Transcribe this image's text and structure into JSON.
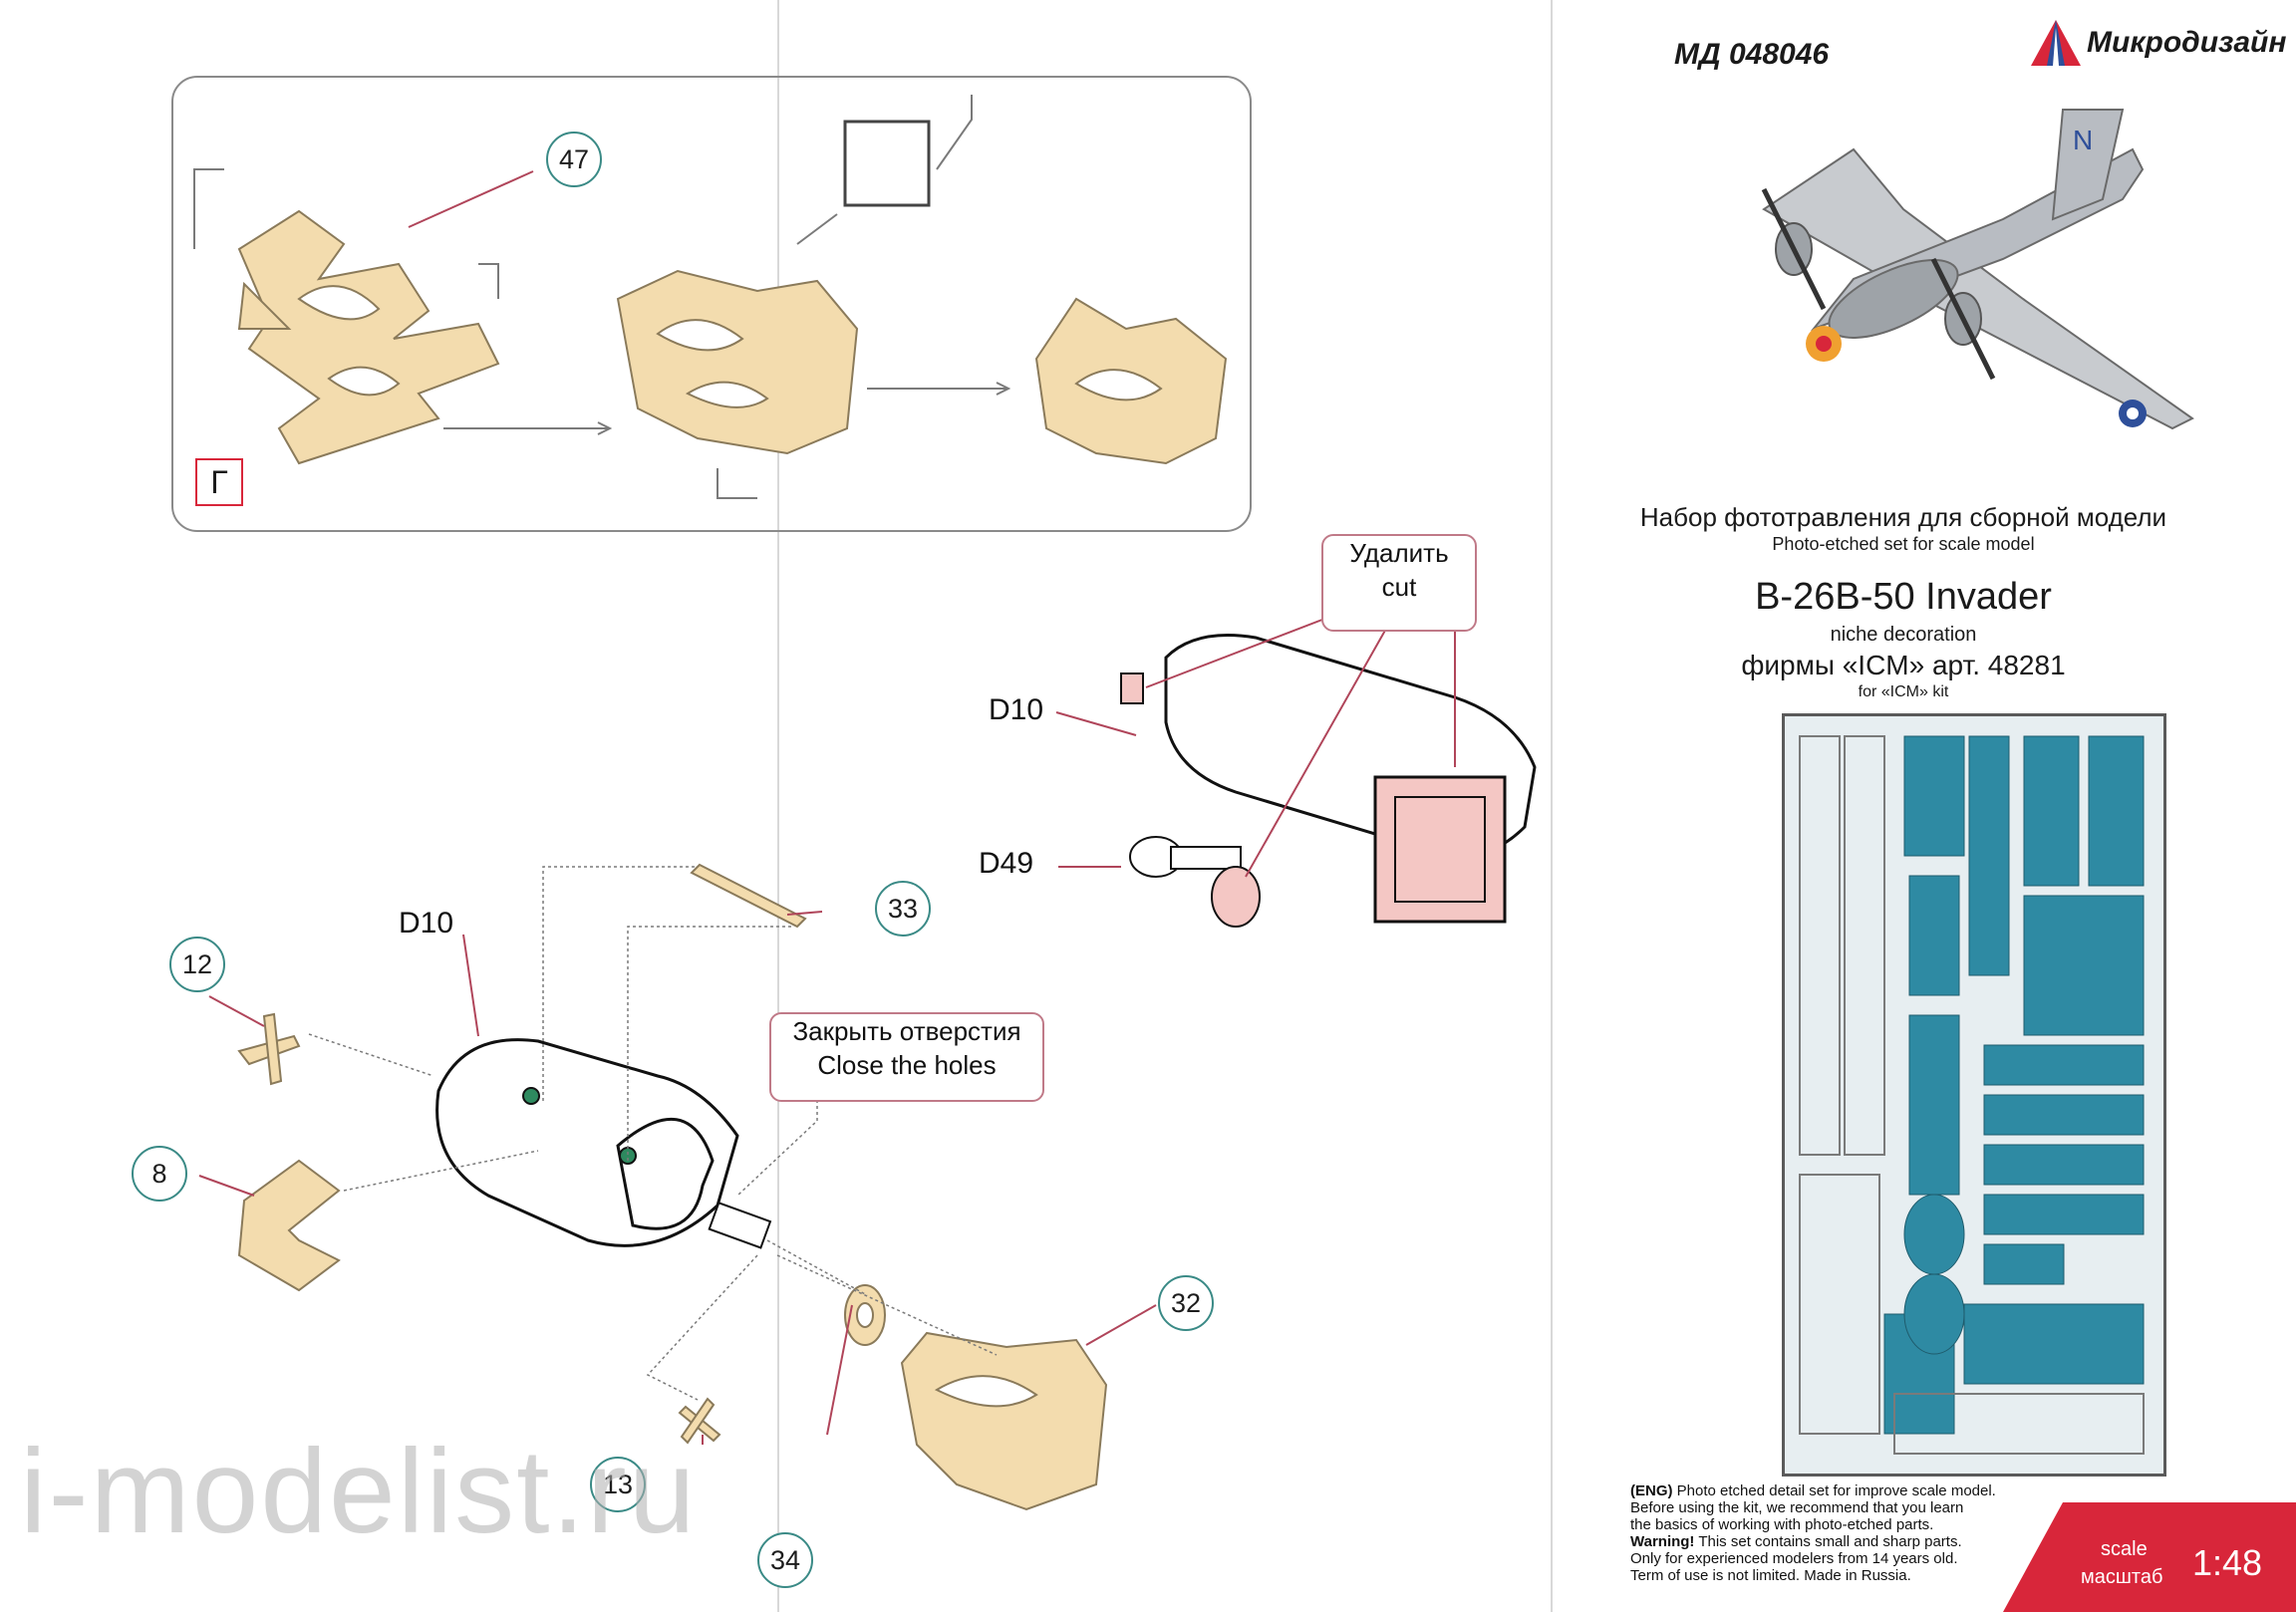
{
  "header": {
    "article_code": "МД 048046",
    "brand": "Микродизайн"
  },
  "product": {
    "subtitle_ru": "Набор фототравления для сборной модели",
    "subtitle_en": "Photo-etched set for scale model",
    "title": "B-26B-50 Invader",
    "subject_en": "niche decoration",
    "kit_ru": "фирмы «ICM» арт. 48281",
    "kit_en": "for «ICM» kit"
  },
  "assembly": {
    "step_letter": "Г",
    "parts": {
      "p47": "47",
      "p33": "33",
      "p12": "12",
      "p8": "8",
      "p32": "32",
      "p13": "13",
      "p34": "34",
      "d10_upper": "D10",
      "d10_lower": "D10",
      "d49": "D49"
    },
    "notes": {
      "cut_ru": "Удалить",
      "cut_en": "cut",
      "holes_ru": "Закрыть отверстия",
      "holes_en": "Close the holes"
    }
  },
  "disclaimer": {
    "tag": "(ENG)",
    "line1": "Photo etched detail set for improve scale model.",
    "line2": "Before using the kit, we recommend that you learn",
    "line3": "the basics of working with photo-etched parts.",
    "warning_tag": "Warning!",
    "line4": "This set contains small and sharp parts.",
    "line5": "Only for experienced modelers from 14 years old.",
    "line6": "Term of use is not limited. Made in Russia."
  },
  "scale": {
    "label_en": "scale",
    "label_ru": "масштаб",
    "value": "1:48"
  },
  "watermark": "i-modelist.ru",
  "colors": {
    "etch_brass": "#f3dcae",
    "etch_blue": "#2e8aa3",
    "callout_ring": "#3a8a86",
    "red_accent": "#d8263a",
    "cut_part": "#f4c7c4"
  }
}
